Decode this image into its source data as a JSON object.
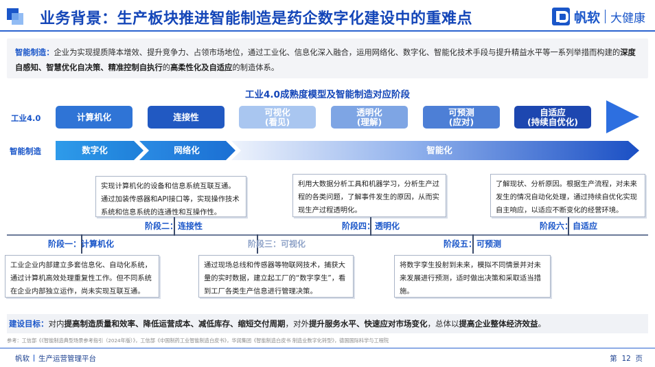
{
  "header": {
    "title": "业务背景：生产板块推进智能制造是药企数字化建设中的重难点",
    "brand_name": "帆软",
    "brand_sub": "大健康",
    "logo_icon": "fanruan-logo-icon"
  },
  "intro": {
    "lead": "智能制造：",
    "text1": "企业为实现提质降本增效、提升竞争力、占领市场地位，通过工业化、信息化深入融合，运用网络化、数字化、智能化技术手段与提升精益水平等一系列举措而构建的",
    "bold1": "深度自感知、智慧优化自决策、精准控制自执行",
    "text2": "的",
    "bold2": "高柔性化及自适应",
    "text3": "的制造体系。"
  },
  "model": {
    "title": "工业4.0成熟度模型及智能制造对应阶段",
    "row1_label": "工业4.0",
    "row2_label": "智能制造",
    "steps": [
      {
        "line1": "计算机化",
        "line2": "",
        "color": "#2f74d6"
      },
      {
        "line1": "连接性",
        "line2": "",
        "color": "#2159c2"
      },
      {
        "line1": "可视化",
        "line2": "(看见)",
        "color": "#a9c6f0"
      },
      {
        "line1": "透明化",
        "line2": "(理解)",
        "color": "#7ea5e4"
      },
      {
        "line1": "可预测",
        "line2": "(应对)",
        "color": "#4d7fd6"
      },
      {
        "line1": "自适应",
        "line2": "(持续自优化)",
        "color": "#1d47b0"
      }
    ],
    "stages": [
      {
        "label": "数字化"
      },
      {
        "label": "网络化"
      },
      {
        "label": "智能化"
      }
    ]
  },
  "phases": [
    {
      "num": "阶段一：",
      "name": "计算机化"
    },
    {
      "num": "阶段二：",
      "name": "连接性"
    },
    {
      "num": "阶段三：",
      "name": "可视化"
    },
    {
      "num": "阶段四：",
      "name": "透明化"
    },
    {
      "num": "阶段五：",
      "name": "可预测"
    },
    {
      "num": "阶段六：",
      "name": "自适应"
    }
  ],
  "notes": {
    "n1": "工业企业内部建立多套信息化、自动化系统，通过计算机高效处理重复性工作。但不同系统在企业内部独立运作，尚未实现互联互通。",
    "n2": "实现计算机化的设备和信息系统互联互通。通过加装传感器和API接口等，实现操作技术系统和信息系统的连通性和互操作性。",
    "n3": "通过现场总线和传感器等物联网技术，捕获大量的实时数据，建立起工厂的“数字孪生”，看到工厂各类生产信息进行管理决策。",
    "n4": "利用大数据分析工具和机器学习，分析生产过程的各类问题，了解事件发生的原因，从而实现生产过程透明化。",
    "n5": "将数字孪生投射到未来，模拟不同情景并对未来发展进行预测，适时做出决策和采取适当措施。",
    "n6": "了解现状、分析原因。根据生产流程，对未来发生的情况自动化处理，通过持续自优化实现自主响应，以适应不断变化的经营环境。"
  },
  "goal": {
    "lead": "建设目标：",
    "t1": "对内",
    "b1": "提高制造质量和效率、降低运营成本、减低库存、缩短交付周期",
    "t2": "，对外",
    "b2": "提升服务水平、快速应对市场变化",
    "t3": "，总体以",
    "b3": "提高企业整体经济效益",
    "t4": "。"
  },
  "reference": "参考：工信部《《智能制造典型场景参考指引（2024年版）》，工信部《中国制药工业智能制造白皮书》，华润集团《智能制造白皮书 制造业数字化转型》，德国国际科学与工程院",
  "footer": {
    "brand": "帆软",
    "platform": "生产运营管理平台",
    "page_prefix": "第",
    "page_num": "12",
    "page_suffix": "页"
  }
}
